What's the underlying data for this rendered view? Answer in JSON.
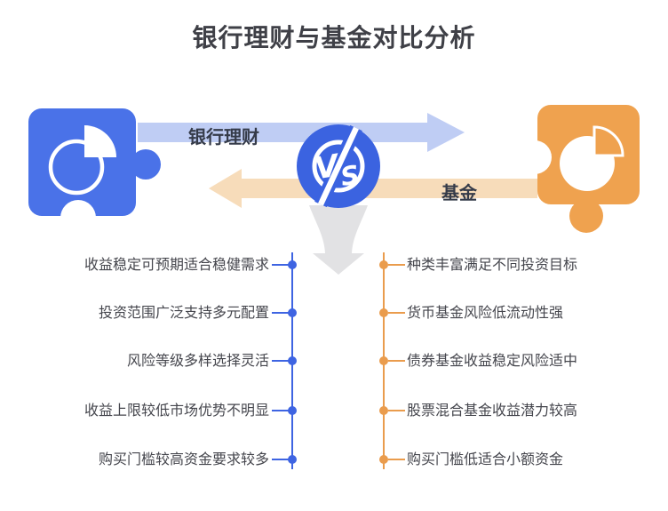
{
  "title": "银行理财与基金对比分析",
  "versus": {
    "badge": "VS",
    "letters": {
      "v": "V",
      "s": "S"
    },
    "left_label": "银行理财",
    "right_label": "基金"
  },
  "columns": {
    "left": {
      "topic": "银行理财",
      "items": [
        "收益稳定可预期适合稳健需求",
        "投资范围广泛支持多元配置",
        "风险等级多样选择灵活",
        "收益上限较低市场优势不明显",
        "购买门槛较高资金要求较多"
      ]
    },
    "right": {
      "topic": "基金",
      "items": [
        "种类丰富满足不同投资目标",
        "货币基金风险低流动性强",
        "债券基金收益稳定风险适中",
        "股票混合基金收益潜力较高",
        "购买门槛低适合小额资金"
      ]
    }
  },
  "icons": {
    "left_piece": "puzzle-piece-with-pie-chart",
    "right_piece": "puzzle-piece-with-pie-chart",
    "center": "vs-lightning-badge",
    "below_center": "down-arrow-funnel"
  },
  "colors": {
    "bank_primary": "#4A72E8",
    "bank_arrow": "#BFCDF4",
    "bank_line": "#3E64E2",
    "fund_primary": "#EFA24F",
    "fund_arrow": "#F7DCBA",
    "fund_line": "#EA9C4D",
    "vs_badge": "#3B63E0",
    "funnel_gray": "#E2E2E4",
    "title_text": "#3F4047",
    "body_text": "#45464D"
  }
}
